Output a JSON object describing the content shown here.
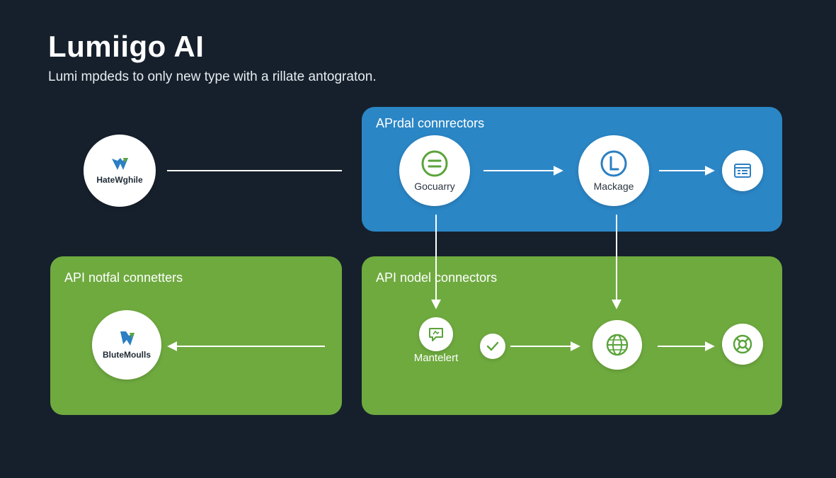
{
  "header": {
    "title": "Lumiigo AI",
    "subtitle": "Lumi mpdeds to only new type with a rillate antograton."
  },
  "panels": {
    "blue": {
      "label": "APrdal connrectors",
      "color": "#2b86c6"
    },
    "green_left": {
      "label": "API notfal connetters",
      "color": "#6faa3f"
    },
    "green_right": {
      "label": "API nodel connectors",
      "color": "#6faa3f"
    }
  },
  "nodes": {
    "hate_wghile": {
      "label": "HateWghile",
      "icon": "app-logo-icon"
    },
    "gocuarry": {
      "label": "Gocuarry",
      "icon": "chat-face-icon"
    },
    "mackage": {
      "label": "Mackage",
      "icon": "letter-l-icon"
    },
    "blue_end": {
      "icon": "document-list-icon"
    },
    "blutemouils": {
      "label": "BlutеMoulls",
      "icon": "app-logo-icon"
    },
    "mantelert": {
      "label": "Mantelert",
      "icon": "message-bubble-icon"
    },
    "check": {
      "icon": "check-icon"
    },
    "globe": {
      "icon": "globe-icon"
    },
    "green_end": {
      "icon": "lifebuoy-icon"
    }
  },
  "colors": {
    "background": "#16202c",
    "blue": "#2b86c6",
    "green": "#6faa3f",
    "icon_blue": "#2b7fc2",
    "icon_green": "#5aa33a"
  }
}
